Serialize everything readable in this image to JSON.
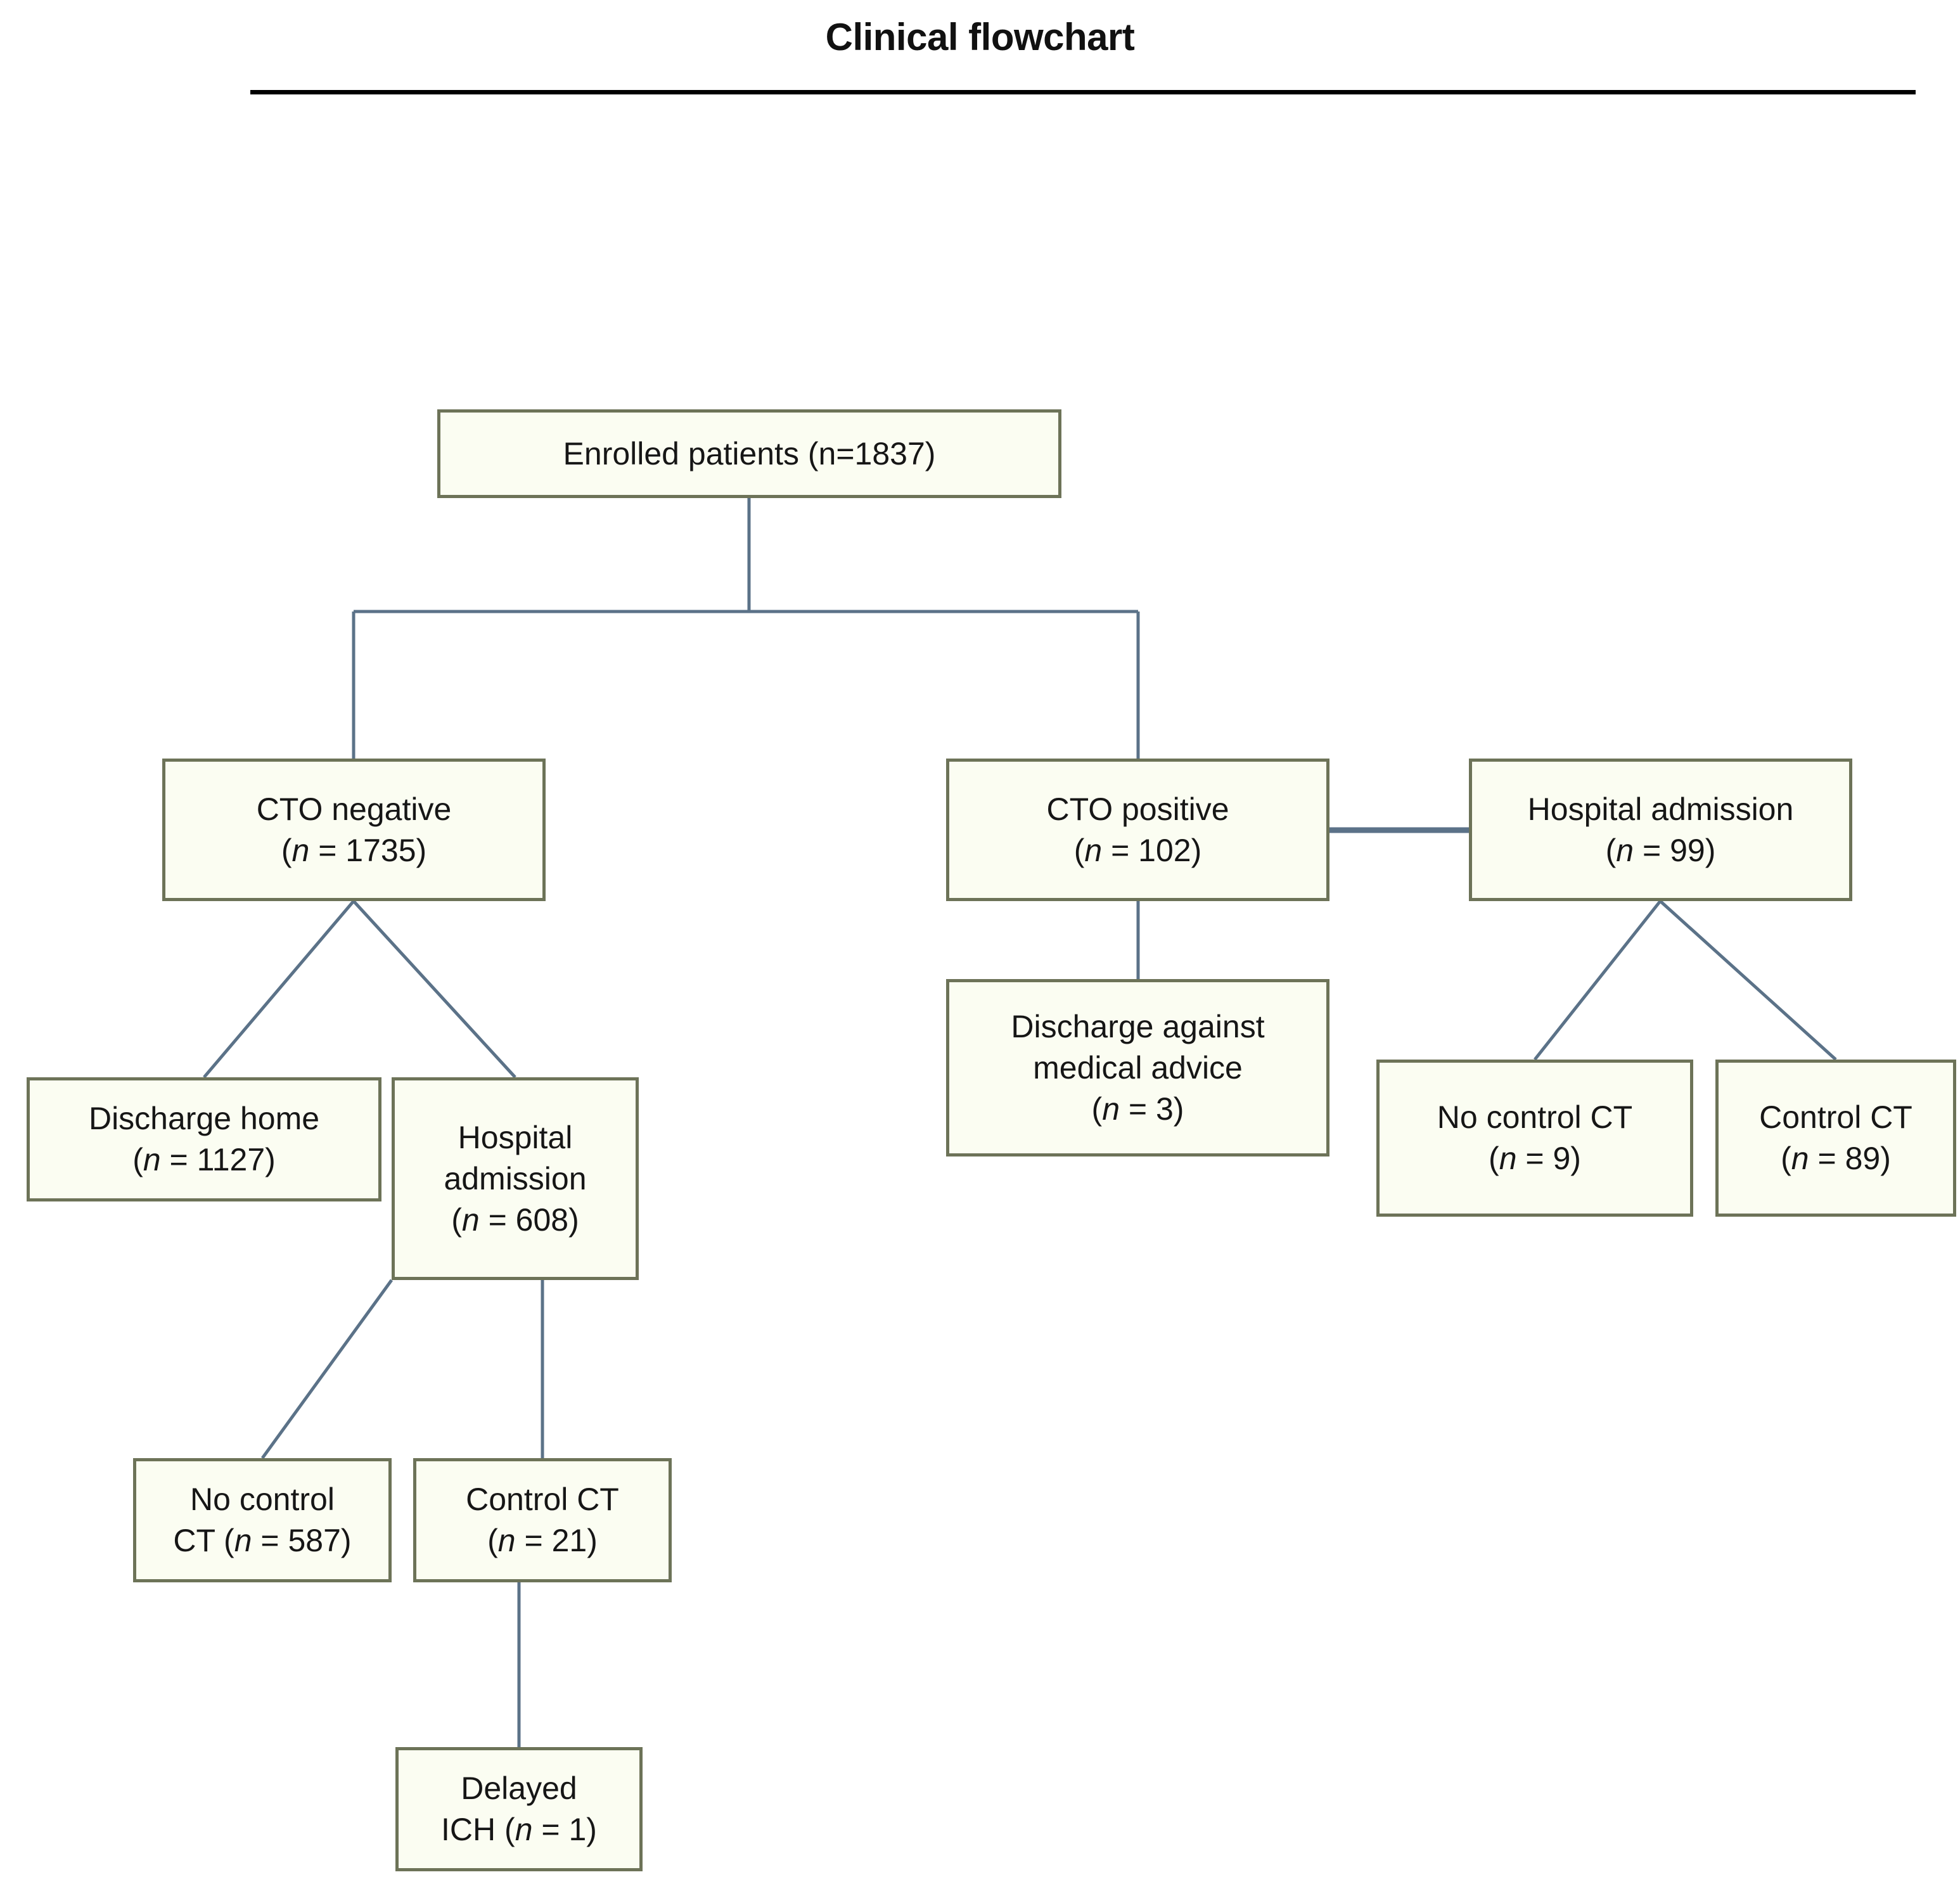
{
  "header": {
    "title": "Clinical flowchart"
  },
  "chart_data": {
    "type": "diagram",
    "title": "Clinical flowchart",
    "nodes": [
      {
        "id": "enrolled",
        "lines": [
          "Enrolled patients (n=1837)"
        ],
        "label": "Enrolled patients",
        "n": 1837
      },
      {
        "id": "cto_negative",
        "lines": [
          "CTO negative",
          "(n = 1735)"
        ],
        "label": "CTO negative",
        "n": 1735
      },
      {
        "id": "cto_positive",
        "lines": [
          "CTO positive",
          "(n = 102)"
        ],
        "label": "CTO positive",
        "n": 102
      },
      {
        "id": "hospital_admission_99",
        "lines": [
          "Hospital admission",
          "(n = 99)"
        ],
        "label": "Hospital admission",
        "n": 99
      },
      {
        "id": "discharge_home",
        "lines": [
          "Discharge home",
          "(n = 1127)"
        ],
        "label": "Discharge home",
        "n": 1127
      },
      {
        "id": "hospital_admission_608",
        "lines": [
          "Hospital",
          "admission",
          "(n = 608)"
        ],
        "label": "Hospital admission",
        "n": 608
      },
      {
        "id": "discharge_against_medical_advice",
        "lines": [
          "Discharge against",
          "medical advice",
          "(n = 3)"
        ],
        "label": "Discharge against medical advice",
        "n": 3
      },
      {
        "id": "no_control_ct_9",
        "lines": [
          "No control CT",
          "(n = 9)"
        ],
        "label": "No control CT",
        "n": 9
      },
      {
        "id": "control_ct_89",
        "lines": [
          "Control CT",
          "(n = 89)"
        ],
        "label": "Control CT",
        "n": 89
      },
      {
        "id": "no_control_ct_587",
        "lines": [
          "No control",
          "CT (n = 587)"
        ],
        "label": "No control CT",
        "n": 587
      },
      {
        "id": "control_ct_21",
        "lines": [
          "Control CT",
          "(n = 21)"
        ],
        "label": "Control CT",
        "n": 21
      },
      {
        "id": "delayed_ich",
        "lines": [
          "Delayed",
          "ICH (n = 1)"
        ],
        "label": "Delayed ICH",
        "n": 1
      }
    ],
    "edges": [
      {
        "from": "enrolled",
        "to": "cto_negative"
      },
      {
        "from": "enrolled",
        "to": "cto_positive"
      },
      {
        "from": "cto_positive",
        "to": "hospital_admission_99"
      },
      {
        "from": "cto_positive",
        "to": "discharge_against_medical_advice"
      },
      {
        "from": "cto_negative",
        "to": "discharge_home"
      },
      {
        "from": "cto_negative",
        "to": "hospital_admission_608"
      },
      {
        "from": "hospital_admission_99",
        "to": "no_control_ct_9"
      },
      {
        "from": "hospital_admission_99",
        "to": "control_ct_89"
      },
      {
        "from": "hospital_admission_608",
        "to": "no_control_ct_587"
      },
      {
        "from": "hospital_admission_608",
        "to": "control_ct_21"
      },
      {
        "from": "control_ct_21",
        "to": "delayed_ich"
      }
    ]
  },
  "nodes": {
    "enrolled": {
      "l0": "Enrolled patients (n=1837)"
    },
    "cto_negative": {
      "l0": "CTO negative",
      "l1_pre": "(",
      "l1_it": "n",
      "l1_post": " = 1735)"
    },
    "cto_positive": {
      "l0": "CTO positive",
      "l1_pre": "(",
      "l1_it": "n",
      "l1_post": " = 102)"
    },
    "hospital_admission_99": {
      "l0": "Hospital admission",
      "l1_pre": "(",
      "l1_it": "n",
      "l1_post": " = 99)"
    },
    "discharge_home": {
      "l0": "Discharge home",
      "l1_pre": "(",
      "l1_it": "n",
      "l1_post": " = 1127)"
    },
    "hospital_admission_608": {
      "l0": "Hospital",
      "l1": "admission",
      "l2_pre": "(",
      "l2_it": "n",
      "l2_post": " = 608)"
    },
    "discharge_against_medical_advice": {
      "l0": "Discharge against",
      "l1": "medical advice",
      "l2_pre": "(",
      "l2_it": "n",
      "l2_post": " = 3)"
    },
    "no_control_ct_9": {
      "l0": "No control CT",
      "l1_pre": "(",
      "l1_it": "n",
      "l1_post": " = 9)"
    },
    "control_ct_89": {
      "l0": "Control CT",
      "l1_pre": "(",
      "l1_it": "n",
      "l1_post": " = 89)"
    },
    "no_control_ct_587": {
      "l0": "No control",
      "l1_pre": "CT (",
      "l1_it": "n",
      "l1_post": " = 587)"
    },
    "control_ct_21": {
      "l0": "Control CT",
      "l1_pre": "(",
      "l1_it": "n",
      "l1_post": " = 21)"
    },
    "delayed_ich": {
      "l0": "Delayed",
      "l1_pre": "ICH (",
      "l1_it": "n",
      "l1_post": " = 1)"
    }
  },
  "colors": {
    "node_border": "#6d7358",
    "node_fill": "#fbfdf2",
    "connector": "#5b7288",
    "title_rule": "#000000",
    "text": "#161616",
    "background": "#ffffff"
  }
}
